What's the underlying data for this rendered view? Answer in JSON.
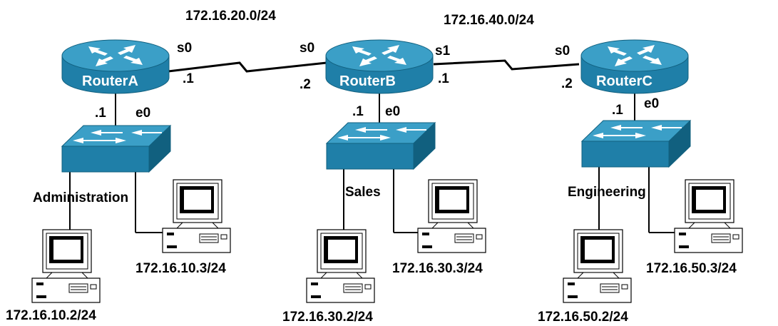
{
  "colors": {
    "device_top": "#3b9fc7",
    "device_side": "#1f7fa8",
    "device_dark": "#11607f",
    "arrow": "#ffffff",
    "wire": "#000000",
    "pc_body": "#ffffff",
    "pc_screen": "#000000"
  },
  "links": {
    "a_b_network": "172.16.20.0/24",
    "b_c_network": "172.16.40.0/24"
  },
  "routers": {
    "a": {
      "name": "RouterA",
      "serial_iface": "s0",
      "serial_ip": ".1",
      "lan_ip": ".1",
      "lan_iface": "e0",
      "icon": "router-icon"
    },
    "b": {
      "name": "RouterB",
      "serial_left_iface": "s0",
      "serial_left_ip": ".2",
      "serial_right_iface": "s1",
      "serial_right_ip": ".1",
      "lan_ip": ".1",
      "lan_iface": "e0",
      "icon": "router-icon"
    },
    "c": {
      "name": "RouterC",
      "serial_iface": "s0",
      "serial_ip": ".2",
      "lan_ip": ".1",
      "lan_iface": "e0",
      "icon": "router-icon"
    }
  },
  "lans": {
    "admin": {
      "name": "Administration",
      "host1": "172.16.10.2/24",
      "host2": "172.16.10.3/24",
      "switch_icon": "switch-icon",
      "pc_icon": "pc-icon"
    },
    "sales": {
      "name": "Sales",
      "host1": "172.16.30.2/24",
      "host2": "172.16.30.3/24",
      "switch_icon": "switch-icon",
      "pc_icon": "pc-icon"
    },
    "engineering": {
      "name": "Engineering",
      "host1": "172.16.50.2/24",
      "host2": "172.16.50.3/24",
      "switch_icon": "switch-icon",
      "pc_icon": "pc-icon"
    }
  }
}
